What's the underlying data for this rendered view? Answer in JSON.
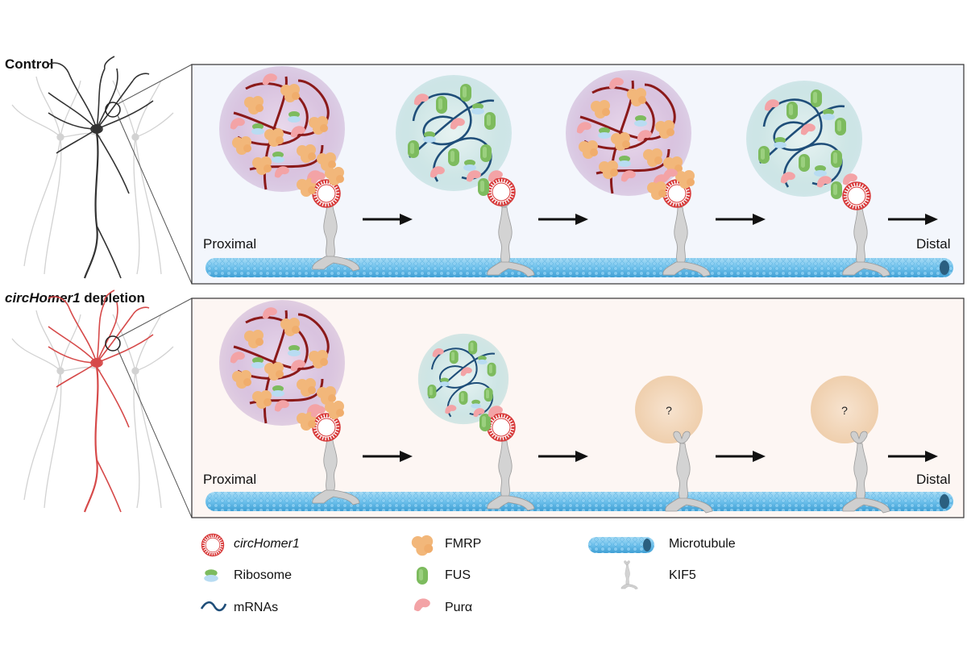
{
  "conditions": {
    "control": {
      "label": "Control"
    },
    "depletion": {
      "label_italic": "circHomer1",
      "label_rest": " depletion"
    }
  },
  "panels": {
    "proximal_label": "Proximal",
    "distal_label": "Distal",
    "unknown_mark": "?"
  },
  "legend": {
    "circhomer1": "circHomer1",
    "ribosome": "Ribosome",
    "mrnas": "mRNAs",
    "fmrp": "FMRP",
    "fus": "FUS",
    "pura": "Purα",
    "microtubule": "Microtubule",
    "kif5": "KIF5"
  },
  "colors": {
    "red_mrna": "#8b1a1a",
    "blue_mrna": "#1f4e79",
    "fmrp": "#f2b77a",
    "fus": "#7dbb5e",
    "pura": "#f3a3a6",
    "microtubule": "#6ec1ec",
    "neuron_control": "#333333",
    "neuron_depletion": "#d64a4a"
  }
}
